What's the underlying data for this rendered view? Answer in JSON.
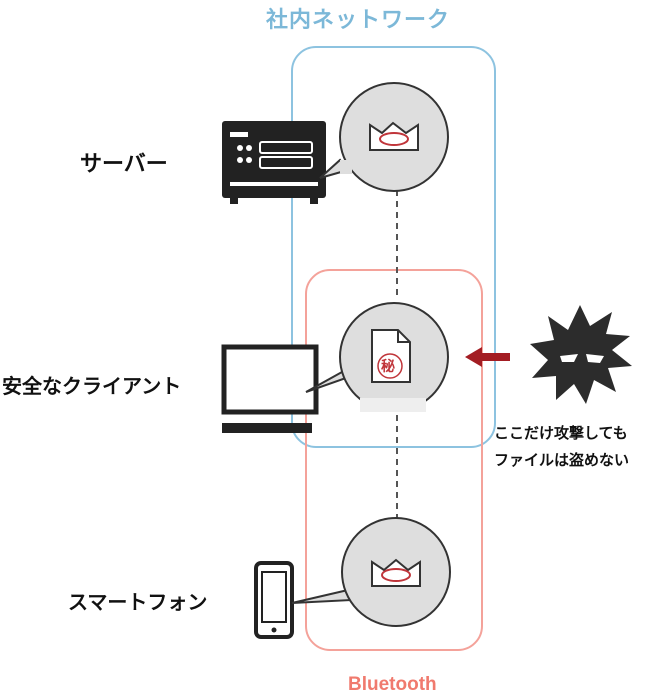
{
  "network": {
    "title": "社内ネットワーク",
    "color": "#7cb8d8"
  },
  "bluetooth": {
    "title": "Bluetooth",
    "color": "#f07a6e"
  },
  "devices": {
    "server": "サーバー",
    "client": "安全なクライアント",
    "phone": "スマートフォン"
  },
  "attack": {
    "line1": "ここだけ攻撃しても",
    "line2": "ファイルは盗めない",
    "arrow_color": "#a31d23"
  },
  "icons": [
    "server-icon",
    "laptop-icon",
    "smartphone-icon",
    "encrypted-file-icon",
    "virus-attacker-icon"
  ]
}
